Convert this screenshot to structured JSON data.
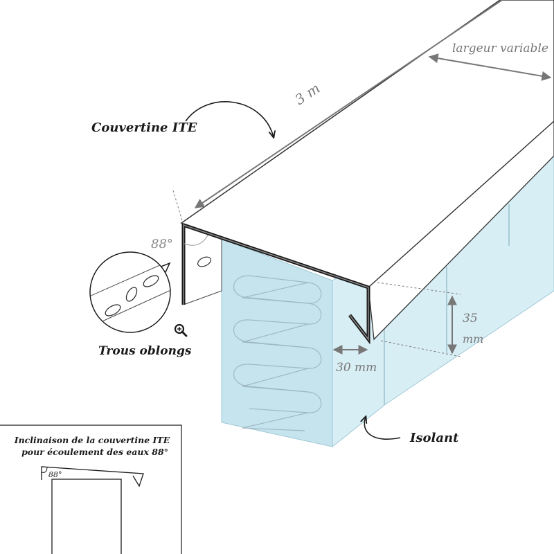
{
  "labels": {
    "couvertine": "Couvertine ITE",
    "length": "3 m",
    "width": "largeur variable",
    "angle": "88°",
    "holes": "Trous oblongs",
    "height_value": "35",
    "height_unit": "mm",
    "depth": "30 mm",
    "insulation": "Isolant"
  },
  "inset": {
    "title_line1": "Inclinaison de la couvertine ITE",
    "title_line2": "pour écoulement des eaux 88°",
    "angle": "88°"
  },
  "colors": {
    "insulation_fill": "#d4ecf3",
    "insulation_front": "#c2e2ec",
    "metal_edge": "#1a1a1a",
    "dimension_line": "#777777",
    "text": "#1a1a1a"
  },
  "icons": {
    "zoom": "magnifier-plus-icon"
  }
}
